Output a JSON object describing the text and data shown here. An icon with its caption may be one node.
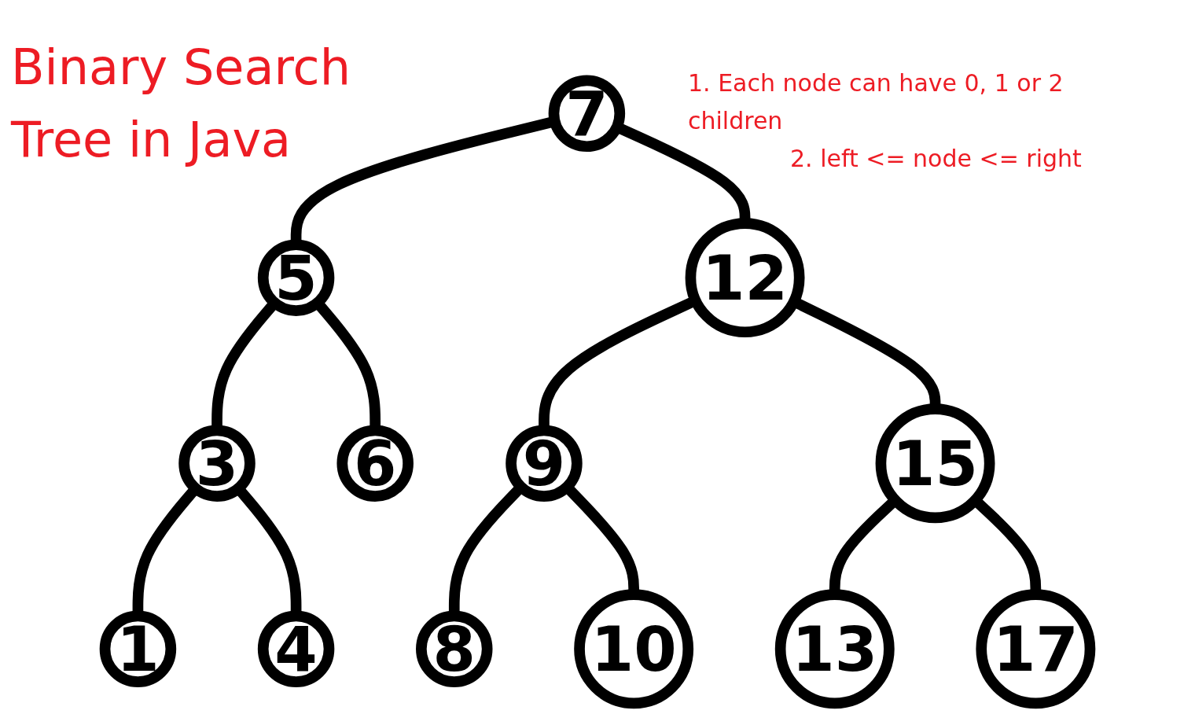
{
  "diagram": {
    "title": "Binary Search Tree in Java",
    "nodes": [
      {
        "text": [
          "7"
        ]
      },
      {
        "text": [
          "5"
        ]
      },
      {
        "text": [
          "12"
        ]
      },
      {
        "text": [
          "3"
        ]
      },
      {
        "text": [
          "6"
        ]
      },
      {
        "text": [
          "9"
        ]
      },
      {
        "text": [
          "15"
        ]
      },
      {
        "text": [
          "1"
        ]
      },
      {
        "text": [
          "4"
        ]
      },
      {
        "text": [
          "8"
        ]
      },
      {
        "text": [
          "10"
        ]
      },
      {
        "text": [
          "13"
        ]
      },
      {
        "text": [
          "17"
        ]
      }
    ],
    "edges": [
      {
        "from": 0,
        "to": 1,
        "arrow": "none"
      },
      {
        "from": 0,
        "to": 2,
        "arrow": "none"
      },
      {
        "from": 1,
        "to": 3,
        "arrow": "none"
      },
      {
        "from": 1,
        "to": 4,
        "arrow": "none"
      },
      {
        "from": 2,
        "to": 5,
        "arrow": "none"
      },
      {
        "from": 2,
        "to": 6,
        "arrow": "none"
      },
      {
        "from": 3,
        "to": 7,
        "arrow": "none"
      },
      {
        "from": 3,
        "to": 8,
        "arrow": "none"
      },
      {
        "from": 5,
        "to": 9,
        "arrow": "none"
      },
      {
        "from": 5,
        "to": 10,
        "arrow": "none"
      },
      {
        "from": 6,
        "to": 11,
        "arrow": "none"
      },
      {
        "from": 6,
        "to": 12,
        "arrow": "none"
      }
    ],
    "labels": [
      "1. Each node can have 0, 1 or 2 children",
      "2. left <= node <= right"
    ]
  }
}
